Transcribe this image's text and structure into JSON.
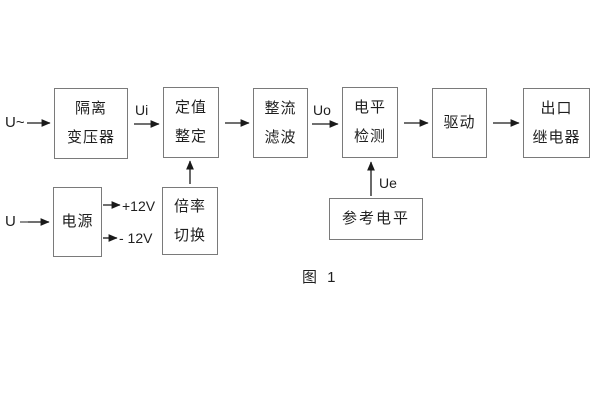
{
  "figure": {
    "caption": "图 1"
  },
  "labels": {
    "input_ac": "U~",
    "input_dc": "U –",
    "ui": "Ui",
    "uo": "Uo",
    "ue": "Ue",
    "plus12v": "+12V",
    "minus12v": "- 12V"
  },
  "blocks": {
    "isolation_transformer": {
      "line1": "隔离",
      "line2": "变压器"
    },
    "value_setting": {
      "line1": "定值",
      "line2": "整定"
    },
    "rectify_filter": {
      "line1": "整流",
      "line2": "滤波"
    },
    "level_detection": {
      "line1": "电平",
      "line2": "检测"
    },
    "drive": {
      "line1": "驱动"
    },
    "output_relay": {
      "line1": "出口",
      "line2": "继电器"
    },
    "power_supply": {
      "line1": "电源"
    },
    "ratio_switch": {
      "line1": "倍率",
      "line2": "切换"
    },
    "reference_level": {
      "line1": "参考电平"
    }
  },
  "colors": {
    "background": "#ffffff",
    "box_border": "#7a7a7a",
    "text": "#1f1f1f",
    "arrow": "#1a1a1a"
  }
}
